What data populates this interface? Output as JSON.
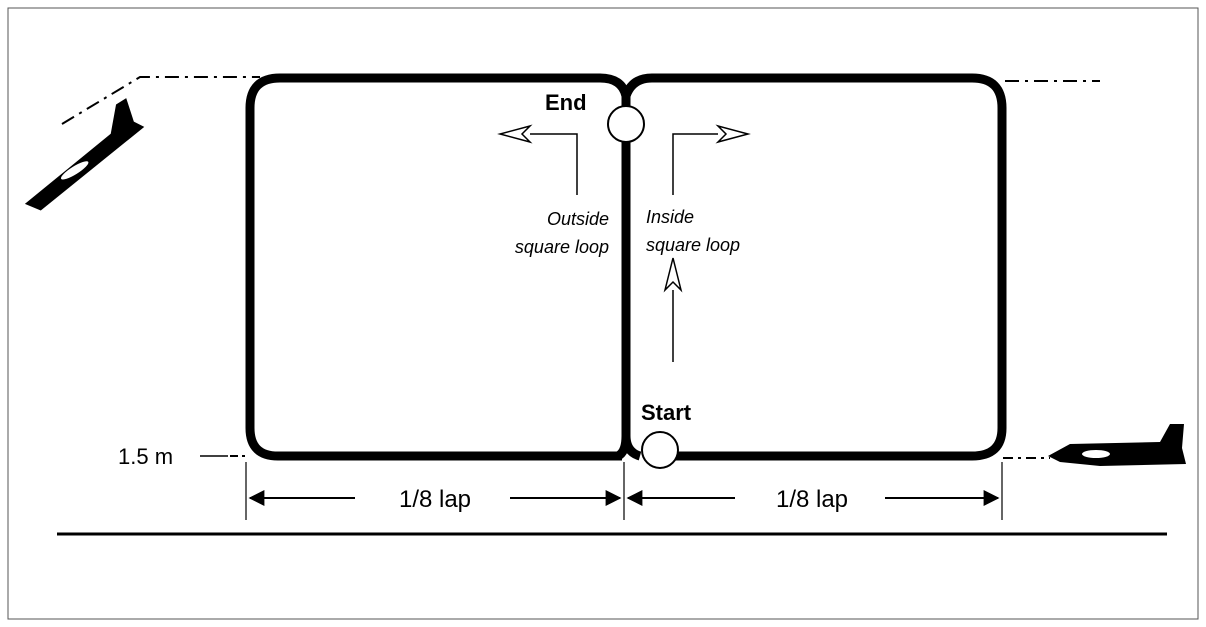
{
  "labels": {
    "end": "End",
    "start": "Start",
    "outside_line1": "Outside",
    "outside_line2": "square loop",
    "inside_line1": "Inside",
    "inside_line2": "square loop",
    "height": "1.5 m",
    "dim_left": "1/8 lap",
    "dim_right": "1/8 lap"
  },
  "colors": {
    "ink": "#000000",
    "background": "#ffffff",
    "frame": "#555555"
  },
  "icons": [
    "airplane-icon",
    "arrow-icon",
    "circle-marker"
  ]
}
